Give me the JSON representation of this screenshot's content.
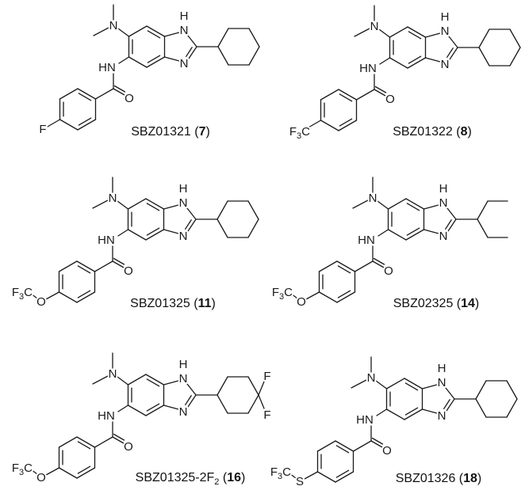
{
  "atoms": {
    "n": "N",
    "h": "H",
    "hn": "HN",
    "o": "O",
    "f": "F",
    "s": "S",
    "cf3_f": "F",
    "cf3_sub": "3",
    "cf3_c": "C"
  },
  "molecules": [
    {
      "code": "SBZ01321",
      "code_sub": "",
      "open": " (",
      "number": "7",
      "close": ")"
    },
    {
      "code": "SBZ01322",
      "code_sub": "",
      "open": " (",
      "number": "8",
      "close": ")"
    },
    {
      "code": "SBZ01325",
      "code_sub": "",
      "open": " (",
      "number": "11",
      "close": ")"
    },
    {
      "code": "SBZ02325",
      "code_sub": "",
      "open": " (",
      "number": "14",
      "close": ")"
    },
    {
      "code": "SBZ01325-2F",
      "code_sub": "2",
      "open": " (",
      "number": "16",
      "close": ")"
    },
    {
      "code": "SBZ01326",
      "code_sub": "",
      "open": " (",
      "number": "18",
      "close": ")"
    }
  ]
}
